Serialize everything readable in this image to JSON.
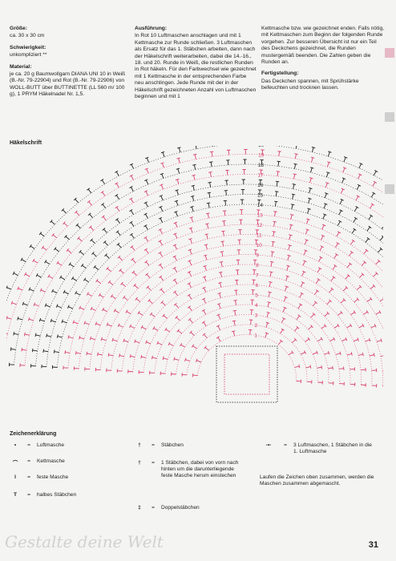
{
  "left": {
    "size_heading": "Größe:",
    "size_value": "ca. 30 x 30 cm",
    "difficulty_heading": "Schwierigkeit:",
    "difficulty_value": "unkompliziert **",
    "material_heading": "Material:",
    "material_text": "je ca. 20 g Baumwollgarn DIANA UNI 10 in Weiß (B.-Nr. 79-22904) und Rot (B.-Nr. 79-22906) von WOLL-BUTT über BUTTINETTE (LL 560 m/ 100 g), 1 PRYM Häkelnadel Nr. 1,5."
  },
  "middle": {
    "heading": "Ausführung:",
    "text": "In Rot 10 Luftmaschen anschlagen und mit 1 Kettmasche zur Runde schließen. 3 Luftmaschen als Ersatz für das 1. Stäbchen arbeiten, dann nach der Häkelschrift weiterarbeiten, dabei die 14.-16., 18. und 20. Runde in Weiß, die restlichen Runden in Rot häkeln. Für den Farbwechsel wie gezeichnet mit 1 Kettmasche in der entsprechenden Farbe neu anschlingen. Jede Runde mit der in der Häkelschrift gezeichneten Anzahl von Luftmaschen beginnen und mit 1"
  },
  "right": {
    "text_cont": "Kettmasche bzw. wie gezeichnet enden. Falls nötig, mit Kettmaschen zum Beginn der folgenden Runde vorgehen. Zur besseren Übersicht ist nur ein Teil des Deckchens gezeichnet, die Runden mustergemäß beenden. Die Zahlen geben die Runden an.",
    "finish_heading": "Fertigstellung:",
    "finish_text": "Das Deckchen spannen, mit Sprühstärke befeuchten und trocknen lassen."
  },
  "chart_title": "Häkelschrift",
  "round_numbers": [
    "1",
    "2",
    "3",
    "4",
    "5",
    "6",
    "7",
    "8",
    "9",
    "10",
    "11",
    "12",
    "13",
    "14",
    "15",
    "16",
    "17",
    "18",
    "19",
    "20"
  ],
  "legend": {
    "title": "Zeichenerklärung",
    "items": [
      {
        "symbol": "•",
        "eq": "=",
        "text": "Luftmasche"
      },
      {
        "symbol": "⌒",
        "eq": "=",
        "text": "Kettmasche"
      },
      {
        "symbol": "I",
        "eq": "=",
        "text": "feste Masche"
      },
      {
        "symbol": "T",
        "eq": "=",
        "text": "halbes Stäbchen"
      },
      {
        "symbol": "†",
        "eq": "=",
        "text": "Stäbchen"
      },
      {
        "symbol": "†",
        "eq": "=",
        "text": "1 Stäbchen, dabei von vorn nach hinten um die darunterliegende feste Masche herum einstechen"
      },
      {
        "symbol": "‡",
        "eq": "=",
        "text": "Doppelstäbchen"
      },
      {
        "symbol": "-•-",
        "eq": "=",
        "text": "3 Luftmaschen, 1 Stäbchen in die 1. Luftmasche"
      }
    ],
    "note": "Laufen die Zeichen oben zusammen, werden die Maschen zusammen abgemascht."
  },
  "page_number": "31",
  "watermark": "Gestalte deine Welt",
  "colors": {
    "red": "#d8406a",
    "black": "#1e1e1e",
    "page": "#f4f4f2"
  }
}
